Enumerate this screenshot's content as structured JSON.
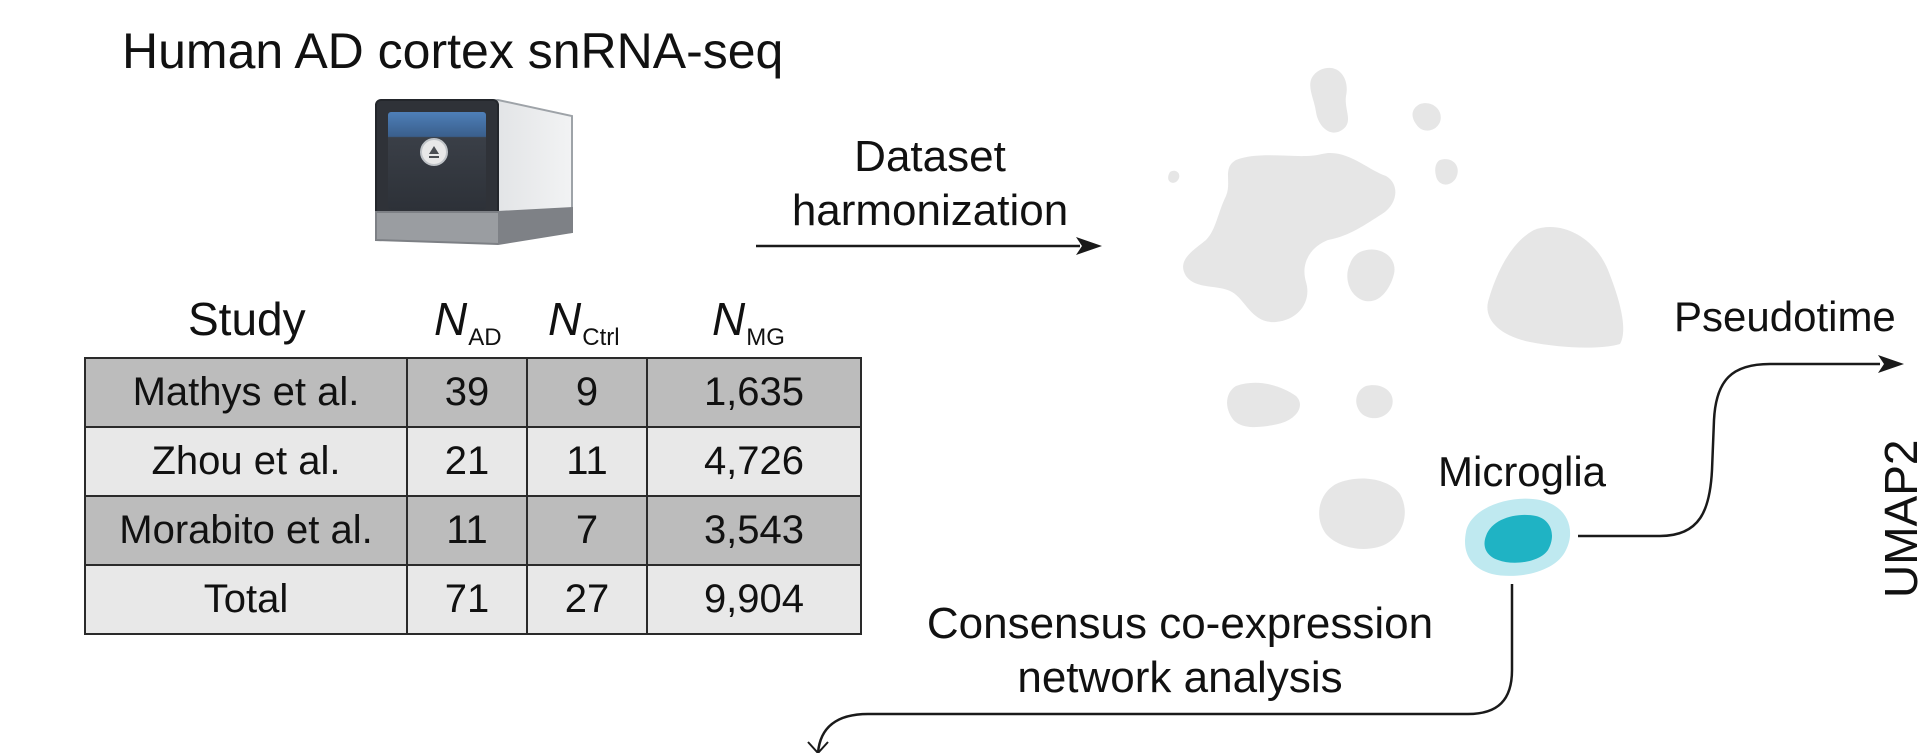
{
  "title": "Human AD cortex snRNA-seq",
  "table": {
    "headers": {
      "study": "Study",
      "n_ad": {
        "main": "N",
        "sub": "AD"
      },
      "n_ctrl": {
        "main": "N",
        "sub": "Ctrl"
      },
      "n_mg": {
        "main": "N",
        "sub": "MG"
      }
    },
    "rows": [
      {
        "study": "Mathys et al.",
        "n_ad": "39",
        "n_ctrl": "9",
        "n_mg": "1,635"
      },
      {
        "study": "Zhou et al.",
        "n_ad": "21",
        "n_ctrl": "11",
        "n_mg": "4,726"
      },
      {
        "study": "Morabito et al.",
        "n_ad": "11",
        "n_ctrl": "7",
        "n_mg": "3,543"
      },
      {
        "study": "Total",
        "n_ad": "71",
        "n_ctrl": "27",
        "n_mg": "9,904"
      }
    ]
  },
  "labels": {
    "harmonization": "Dataset harmonization",
    "pseudotime": "Pseudotime",
    "microglia": "Microglia",
    "consensus": "Consensus co-expression network analysis",
    "umap2": "UMAP2"
  },
  "colors": {
    "cluster_gray": "#e6e6e6",
    "microglia_fill": "#1fb3c4",
    "microglia_halo": "#bfe9f0",
    "table_dark": "#bcbcbc",
    "table_light": "#e8e8e8"
  },
  "icons": [
    "sequencer-machine-icon"
  ]
}
